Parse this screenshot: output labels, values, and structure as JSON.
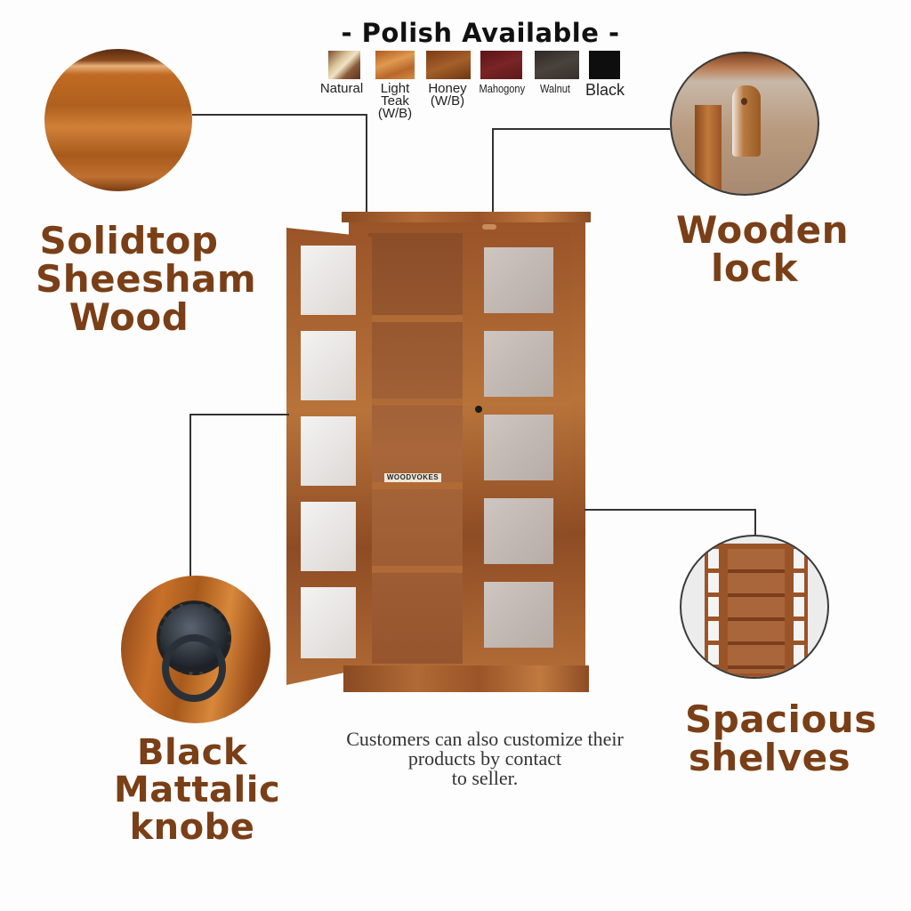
{
  "polish": {
    "title": "- Polish Available -",
    "swatches": [
      {
        "label": "Natural",
        "color": "#b08a60"
      },
      {
        "label": "Light Teak (W/B)",
        "lines": [
          "Light",
          "Teak",
          "(W/B)"
        ],
        "color": "#c6762e"
      },
      {
        "label": "Honey (W/B)",
        "lines": [
          "Honey",
          "(W/B)"
        ],
        "color": "#8a4c1c"
      },
      {
        "label": "Mahogony",
        "color": "#6a1d1f"
      },
      {
        "label": "Walnut",
        "color": "#3e3632"
      },
      {
        "label": "Black",
        "color": "#0f0f0f"
      }
    ]
  },
  "features": {
    "solidtop": {
      "lines": [
        "Solidtop",
        "Sheesham",
        "Wood"
      ]
    },
    "wooden_lock": {
      "lines": [
        "Wooden",
        "lock"
      ]
    },
    "black_knob": {
      "lines": [
        "Black",
        "Mattalic",
        "knobe"
      ]
    },
    "spacious_shelves": {
      "lines": [
        "Spacious",
        "shelves"
      ]
    }
  },
  "caption": {
    "lines": [
      "Customers can also customize their",
      "products by contact",
      "to seller."
    ]
  },
  "product": {
    "brand_tag": "WOODVOKES",
    "type": "Sheesham wood glass-door bookshelf cabinet"
  },
  "colors": {
    "label_brown": "#7a3f17",
    "line": "#333333"
  }
}
